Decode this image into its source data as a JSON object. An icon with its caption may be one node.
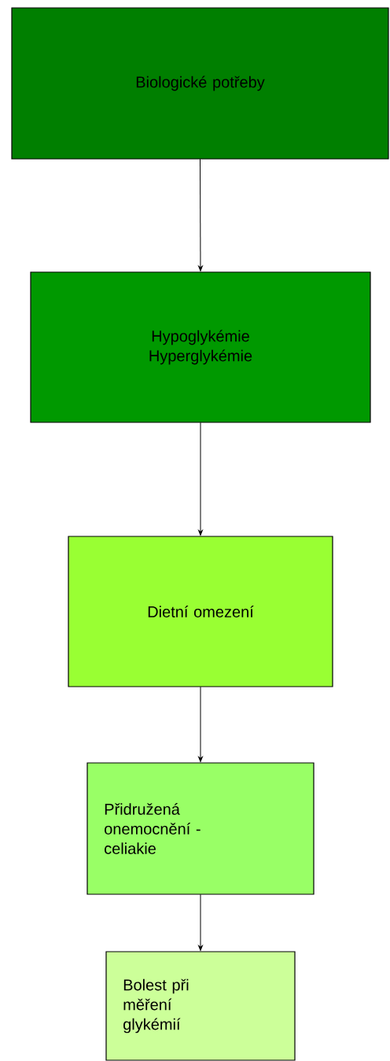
{
  "diagram": {
    "nodes": [
      {
        "text": [
          "Biologické potřeby"
        ]
      },
      {
        "text": [
          "Hypoglykémie Hyperglykémie"
        ]
      },
      {
        "text": [
          "Dietní omezení"
        ]
      },
      {
        "text": [
          "Přidružená onemocnění - celiakie"
        ]
      },
      {
        "text": [
          "Bolest při měření glykémií"
        ]
      }
    ],
    "edges": [
      {
        "from": 0,
        "to": 1,
        "arrow": "to"
      },
      {
        "from": 1,
        "to": 2,
        "arrow": "to"
      },
      {
        "from": 2,
        "to": 3,
        "arrow": "to"
      },
      {
        "from": 3,
        "to": 4,
        "arrow": "to"
      }
    ]
  }
}
